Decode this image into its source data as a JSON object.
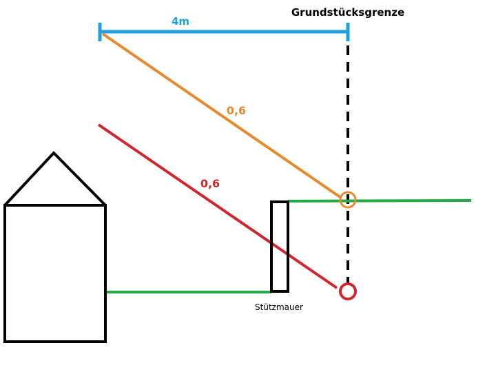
{
  "labels": {
    "boundary": "Grundstücksgrenze",
    "distance": "4m",
    "slope_orange": "0,6",
    "slope_red": "0,6",
    "wall": "Stützmauer"
  },
  "colors": {
    "blue": "#1ba1e2",
    "orange": "#e68a2e",
    "red": "#d0262e",
    "green": "#22aa44",
    "black": "#000000"
  }
}
